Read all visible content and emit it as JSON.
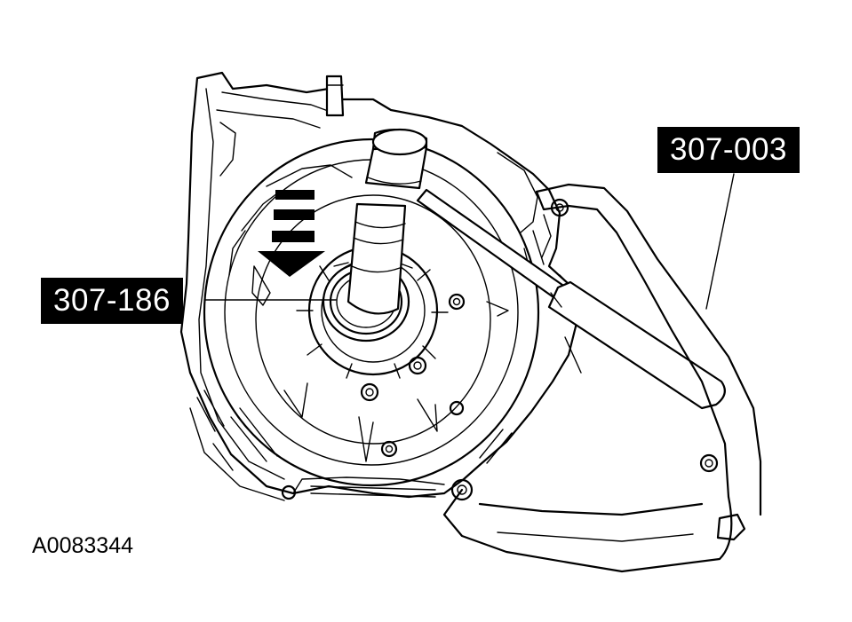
{
  "callouts": {
    "tool_a": "307-003",
    "tool_b": "307-186"
  },
  "figure_id": "A0083344",
  "icons": [
    "transmission-housing-icon",
    "seal-installer-icon",
    "handle-icon",
    "direction-arrow-icon"
  ],
  "colors": {
    "ink": "#000000",
    "paper": "#ffffff",
    "label_bg": "#000000",
    "label_text": "#ffffff"
  }
}
